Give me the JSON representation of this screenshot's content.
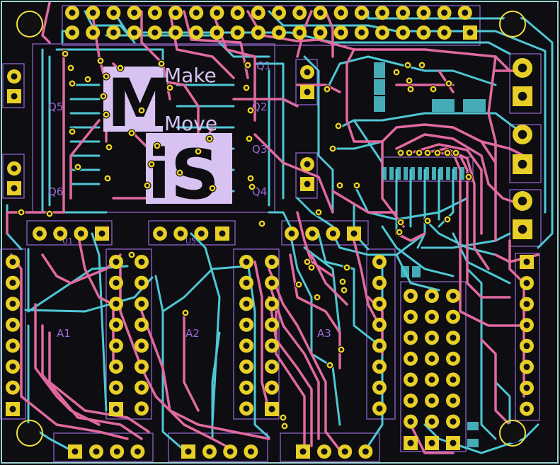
{
  "colors": {
    "background": "#0b0b0f",
    "board_fill": "#0d0d12",
    "edge": "#9ad7d1",
    "front_copper": "#e06aa0",
    "back_copper": "#4fc7d4",
    "pad": "#e8cf27",
    "pad_hole": "#111111",
    "silkscreen": "#9a6ad6",
    "logo": "#d8c2f2",
    "mounting_hole": "#f2e23a"
  },
  "logo": {
    "line1": "Make",
    "line2": "Move",
    "glyph_m": "M",
    "glyph_is": "iS"
  },
  "labels": {
    "a1": "A1",
    "a2": "A2",
    "a3": "A3",
    "u1": "U1",
    "u5": "U5",
    "q1": "Q1",
    "q2": "Q2",
    "q3": "Q3",
    "q4": "Q4",
    "q5": "Q5",
    "q6": "Q6"
  }
}
